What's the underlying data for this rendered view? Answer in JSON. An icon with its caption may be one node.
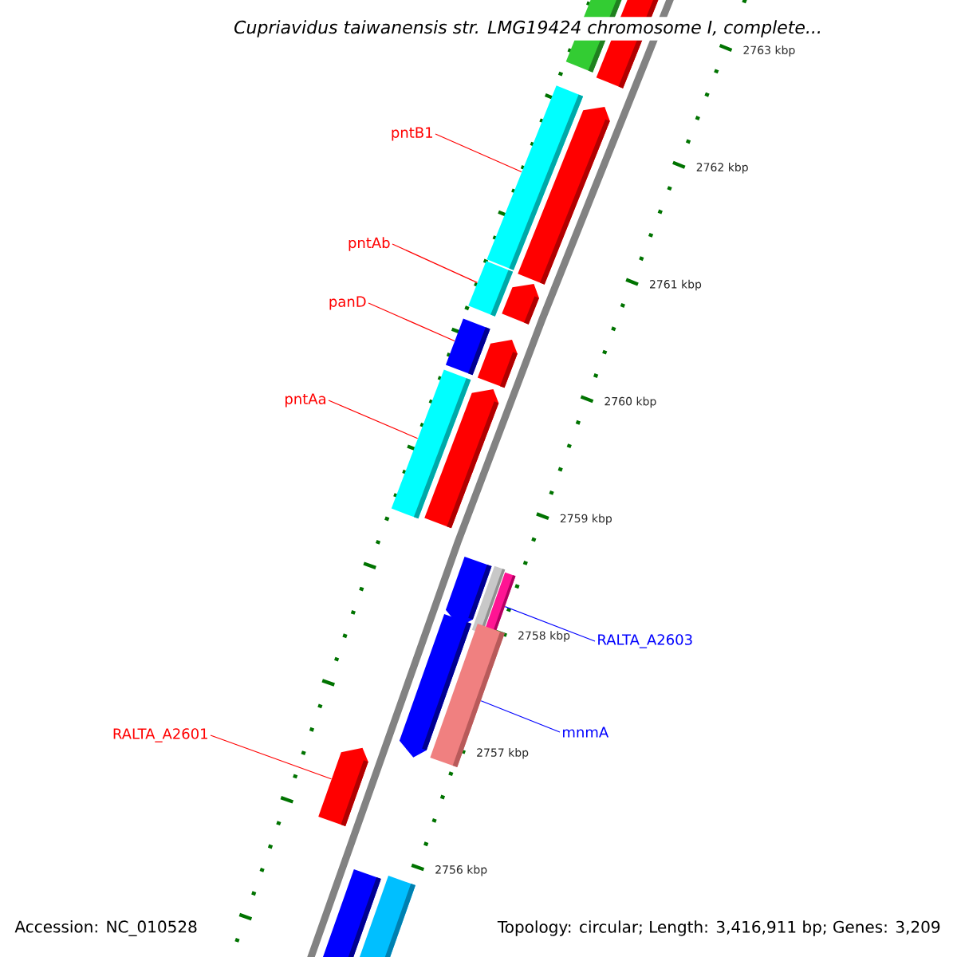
{
  "diagram": {
    "title": "Cupriavidus taiwanensis str. LMG19424 chromosome I, complete...",
    "nodes": [
      {
        "text": [
          "pntB1"
        ]
      },
      {
        "text": [
          "pntAb"
        ]
      },
      {
        "text": [
          "panD"
        ]
      },
      {
        "text": [
          "pntAa"
        ]
      },
      {
        "text": [
          "RALTA_A2603"
        ]
      },
      {
        "text": [
          "mnmA"
        ]
      },
      {
        "text": [
          "RALTA_A2601"
        ]
      },
      {
        "text": [],
        "shape": "bar"
      },
      {
        "text": [],
        "shape": "bar"
      },
      {
        "text": [],
        "shape": "bar"
      },
      {
        "text": [],
        "shape": "bar"
      },
      {
        "text": [],
        "shape": "bar"
      },
      {
        "text": [],
        "shape": "bar"
      },
      {
        "text": [],
        "shape": "bar"
      }
    ],
    "edges": [
      {
        "from": 0,
        "to": 7,
        "arrow": "none"
      },
      {
        "from": 1,
        "to": 8,
        "arrow": "none"
      },
      {
        "from": 2,
        "to": 9,
        "arrow": "none"
      },
      {
        "from": 3,
        "to": 10,
        "arrow": "none"
      },
      {
        "from": 4,
        "to": 11,
        "arrow": "none",
        "color": "#0000ff"
      },
      {
        "from": 5,
        "to": 12,
        "arrow": "none",
        "color": "#0000ff"
      },
      {
        "from": 6,
        "to": 13,
        "arrow": "none"
      }
    ],
    "labels": [
      "2763 kbp",
      "2762 kbp",
      "2761 kbp",
      "2760 kbp",
      "2759 kbp",
      "2758 kbp",
      "2757 kbp",
      "2756 kbp",
      "Accession: NC_010528",
      "Topology: circular; Length: 3,416,911 bp; Genes: 3,209"
    ]
  }
}
